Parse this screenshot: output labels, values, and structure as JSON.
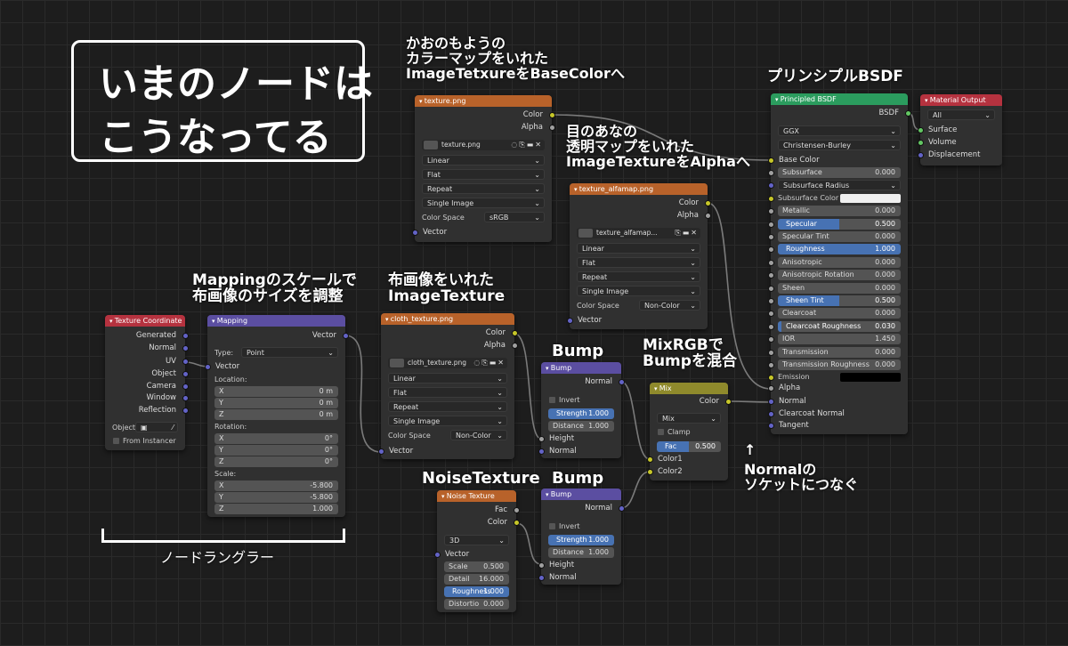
{
  "annotations": {
    "title_line1": "いまのノードは",
    "title_line2": "こうなってる",
    "tex1_line1": "かおのもようの",
    "tex1_line2": "カラーマップをいれた",
    "tex1_line3": "ImageTetxureをBaseColorへ",
    "alpha_line1": "目のあなの",
    "alpha_line2": "透明マップをいれた",
    "alpha_line3": "ImageTextureをAlphaへ",
    "bsdf": "プリンシプルBSDF",
    "mapping_line1": "Mappingのスケールで",
    "mapping_line2": "布画像のサイズを調整",
    "cloth_line1": "布画像をいれた",
    "cloth_line2": "ImageTexture",
    "bump1": "Bump",
    "bump2": "Bump",
    "mix_line1": "MixRGBで",
    "mix_line2": "Bumpを混合",
    "noise": "NoiseTexture",
    "normal_arrow": "↑",
    "normal_line1": "Normalの",
    "normal_line2": "ソケットにつなぐ",
    "wrangler": "ノードラングラー"
  },
  "tex1": {
    "title": "texture.png",
    "out_color": "Color",
    "out_alpha": "Alpha",
    "image": "texture.png",
    "interp": "Linear",
    "proj": "Flat",
    "ext": "Repeat",
    "source": "Single Image",
    "cs_label": "Color Space",
    "cs_value": "sRGB",
    "in_vector": "Vector"
  },
  "tex2": {
    "title": "texture_alfamap.png",
    "out_color": "Color",
    "out_alpha": "Alpha",
    "image": "texture_alfamap...",
    "interp": "Linear",
    "proj": "Flat",
    "ext": "Repeat",
    "source": "Single Image",
    "cs_label": "Color Space",
    "cs_value": "Non-Color",
    "in_vector": "Vector"
  },
  "tex3": {
    "title": "cloth_texture.png",
    "out_color": "Color",
    "out_alpha": "Alpha",
    "image": "cloth_texture.png",
    "interp": "Linear",
    "proj": "Flat",
    "ext": "Repeat",
    "source": "Single Image",
    "cs_label": "Color Space",
    "cs_value": "Non-Color",
    "in_vector": "Vector"
  },
  "texcoord": {
    "title": "Texture Coordinate",
    "outputs": [
      "Generated",
      "Normal",
      "UV",
      "Object",
      "Camera",
      "Window",
      "Reflection"
    ],
    "object_label": "Object",
    "from_instancer": "From Instancer"
  },
  "mapping": {
    "title": "Mapping",
    "out_vector": "Vector",
    "type_label": "Type:",
    "type_value": "Point",
    "in_vector": "Vector",
    "location_label": "Location:",
    "rotation_label": "Rotation:",
    "scale_label": "Scale:",
    "x": "X",
    "y": "Y",
    "z": "Z",
    "loc": [
      "0 m",
      "0 m",
      "0 m"
    ],
    "rot": [
      "0°",
      "0°",
      "0°"
    ],
    "scale": [
      "-5.800",
      "-5.800",
      "1.000"
    ]
  },
  "bump1": {
    "title": "Bump",
    "out_normal": "Normal",
    "invert": "Invert",
    "strength_label": "Strength",
    "strength": "1.000",
    "distance_label": "Distance",
    "distance": "1.000",
    "in_height": "Height",
    "in_normal": "Normal"
  },
  "bump2": {
    "title": "Bump",
    "out_normal": "Normal",
    "invert": "Invert",
    "strength_label": "Strength",
    "strength": "1.000",
    "distance_label": "Distance",
    "distance": "1.000",
    "in_height": "Height",
    "in_normal": "Normal"
  },
  "mix": {
    "title": "Mix",
    "out_color": "Color",
    "blend": "Mix",
    "clamp": "Clamp",
    "fac_label": "Fac",
    "fac": "0.500",
    "in_color1": "Color1",
    "in_color2": "Color2"
  },
  "noise": {
    "title": "Noise Texture",
    "out_fac": "Fac",
    "out_color": "Color",
    "dim": "3D",
    "in_vector": "Vector",
    "scale_label": "Scale",
    "scale": "0.500",
    "detail_label": "Detail",
    "detail": "16.000",
    "rough_label": "Roughness",
    "rough": "1.000",
    "dist_label": "Distortio",
    "dist": "0.000"
  },
  "bsdf": {
    "title": "Principled BSDF",
    "out_bsdf": "BSDF",
    "dist": "GGX",
    "sss_method": "Christensen-Burley",
    "base_color": "Base Color",
    "fields": [
      {
        "label": "Subsurface",
        "value": "0.000",
        "kind": "fld"
      },
      {
        "label": "Subsurface Radius",
        "value": "",
        "kind": "dd"
      },
      {
        "label": "Subsurface Color",
        "value": "",
        "kind": "color"
      },
      {
        "label": "Metallic",
        "value": "0.000",
        "kind": "fld"
      },
      {
        "label": "Specular",
        "value": "0.500",
        "kind": "bar",
        "fill": 0.5
      },
      {
        "label": "Specular Tint",
        "value": "0.000",
        "kind": "fld"
      },
      {
        "label": "Roughness",
        "value": "1.000",
        "kind": "bar",
        "fill": 1.0
      },
      {
        "label": "Anisotropic",
        "value": "0.000",
        "kind": "fld"
      },
      {
        "label": "Anisotropic Rotation",
        "value": "0.000",
        "kind": "fld"
      },
      {
        "label": "Sheen",
        "value": "0.000",
        "kind": "fld"
      },
      {
        "label": "Sheen Tint",
        "value": "0.500",
        "kind": "bar",
        "fill": 0.5
      },
      {
        "label": "Clearcoat",
        "value": "0.000",
        "kind": "fld"
      },
      {
        "label": "Clearcoat Roughness",
        "value": "0.030",
        "kind": "bar",
        "fill": 0.03
      },
      {
        "label": "IOR",
        "value": "1.450",
        "kind": "fld"
      },
      {
        "label": "Transmission",
        "value": "0.000",
        "kind": "fld"
      },
      {
        "label": "Transmission Roughness",
        "value": "0.000",
        "kind": "fld"
      },
      {
        "label": "Emission",
        "value": "",
        "kind": "colorblack"
      }
    ],
    "in_alpha": "Alpha",
    "in_normal": "Normal",
    "in_cc_normal": "Clearcoat Normal",
    "in_tangent": "Tangent"
  },
  "output": {
    "title": "Material Output",
    "target": "All",
    "surface": "Surface",
    "volume": "Volume",
    "displacement": "Displacement"
  },
  "colors": {
    "texture_header": "#b8622a",
    "vector_header": "#5b4ea1",
    "input_header": "#b5323f",
    "shader_header": "#2b9c5e",
    "color_header": "#8f8a2c",
    "accent_blue": "#4772b3",
    "subsurface_color": "#f0f0f0",
    "emission_color": "#000000"
  }
}
